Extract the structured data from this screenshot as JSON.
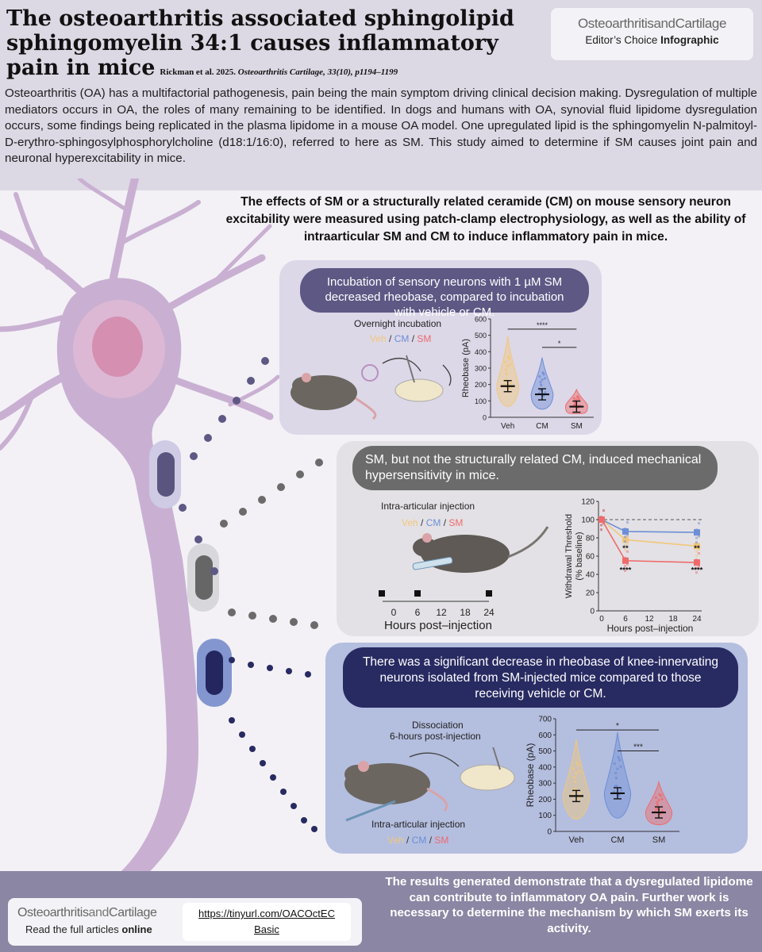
{
  "header": {
    "title": "The osteoarthritis associated sphingolipid sphingomyelin 34:1 causes inflammatory pain in mice",
    "citation_authors": "Rickman et al. 2025.",
    "citation_journal": "Osteoarthritis Cartilage, 33(10), p1194–1199",
    "logo_name_a": "Osteoarthritis",
    "logo_name_b": "and",
    "logo_name_c": "Cartilage",
    "logo_sub_a": "Editor’s Choice",
    "logo_sub_b": "Infographic",
    "intro": "Osteoarthritis (OA) has a multifactorial pathogenesis, pain being the main symptom driving clinical decision making. Dysregulation of multiple mediators occurs in OA, the roles of many remaining to be identified. In dogs and humans with OA, synovial fluid lipidome dysregulation occurs, some findings being replicated in the plasma lipidome in a mouse OA model. One upregulated lipid is the sphingomyelin N-palmitoyl-D-erythro-sphingosylphosphorylcholine (d18:1/16:0), referred to here as SM. This study aimed to determine if SM causes joint pain and neuronal hyperexcitability in mice."
  },
  "effects_text": "The effects of SM or a structurally related ceramide (CM) on mouse sensory neuron excitability were measured using patch-clamp electrophysiology, as well as the ability of intraarticular SM and CM to induce inflammatory pain in mice.",
  "treatment_labels": {
    "veh": "Veh",
    "cm": "CM",
    "sm": "SM",
    "slash": " / "
  },
  "panel1": {
    "pill": "Incubation of sensory neurons with 1 µM SM decreased rheobase, compared to incubation with vehicle or CM.",
    "method": "Overnight incubation"
  },
  "panel2": {
    "pill": "SM, but not the structurally related CM, induced mechanical hypersensitivity in mice.",
    "method": "Intra-articular injection",
    "timeline_ticks": [
      "0",
      "6",
      "12",
      "18",
      "24"
    ],
    "timeline_label": "Hours post–injection"
  },
  "panel3": {
    "pill": "There was a significant decrease in rheobase of knee-innervating neurons isolated from SM-injected mice compared to those receiving vehicle or CM.",
    "method_line1": "Dissociation",
    "method_line2": "6-hours post-injection",
    "injection": "Intra-articular injection"
  },
  "footer": {
    "name_a": "Osteoarthritis",
    "name_b": "and",
    "name_c": "Cartilage",
    "read_a": "Read the full articles",
    "read_b": "online",
    "link_line1": "https://tinyurl.com/OACOctEC",
    "link_line2": "Basic",
    "conclusion": "The results generated demonstrate that a dysregulated lipidome can contribute to inflammatory OA pain. Further work is necessary to determine the mechanism by which SM exerts its activity."
  },
  "colors": {
    "veh": "#f2c77a",
    "cm": "#6d8fd6",
    "sm": "#ee6b6b"
  },
  "chart_data": [
    {
      "type": "violin",
      "ylabel": "Rheobase (pA)",
      "categories": [
        "Veh",
        "CM",
        "SM"
      ],
      "means": [
        190,
        140,
        65
      ],
      "ylim": [
        0,
        600
      ],
      "yticks": [
        0,
        100,
        200,
        300,
        400,
        500,
        600
      ],
      "significance": [
        {
          "pair": [
            "Veh",
            "SM"
          ],
          "label": "****"
        },
        {
          "pair": [
            "CM",
            "SM"
          ],
          "label": "*"
        }
      ]
    },
    {
      "type": "line",
      "ylabel": "Withdrawal Threshold (% baseline)",
      "xlabel": "Hours post–injection",
      "x": [
        0,
        6,
        24
      ],
      "xticks": [
        0,
        6,
        12,
        18,
        24
      ],
      "yticks": [
        0,
        20,
        40,
        60,
        80,
        100,
        120
      ],
      "ylim": [
        0,
        120
      ],
      "reference_line": 100,
      "series": [
        {
          "values": [
            100,
            78,
            71
          ]
        },
        {
          "values": [
            100,
            87,
            86
          ]
        },
        {
          "values": [
            100,
            55,
            53
          ]
        }
      ],
      "annotations": [
        {
          "x": 6,
          "labels": [
            "**",
            "****"
          ]
        },
        {
          "x": 24,
          "labels": [
            "**",
            "****"
          ]
        }
      ]
    },
    {
      "type": "violin",
      "ylabel": "Rheobase (pA)",
      "categories": [
        "Veh",
        "CM",
        "SM"
      ],
      "means": [
        220,
        237,
        118
      ],
      "ylim": [
        0,
        700
      ],
      "yticks": [
        0,
        100,
        200,
        300,
        400,
        500,
        600,
        700
      ],
      "significance": [
        {
          "pair": [
            "Veh",
            "SM"
          ],
          "label": "*"
        },
        {
          "pair": [
            "CM",
            "SM"
          ],
          "label": "***"
        }
      ]
    }
  ]
}
